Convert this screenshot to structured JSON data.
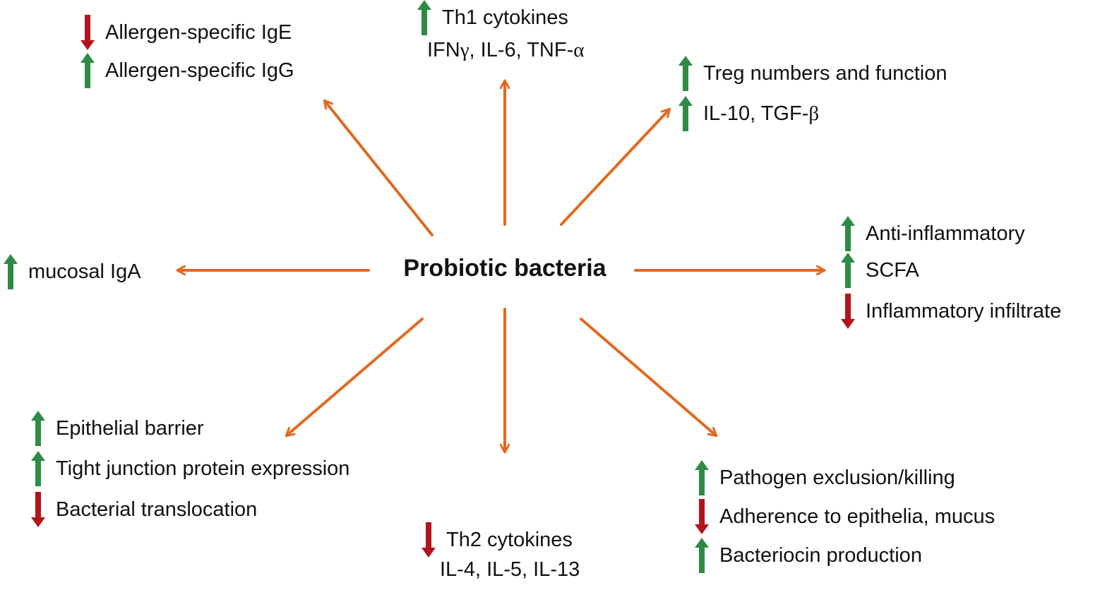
{
  "colors": {
    "connector": "#E26A1E",
    "up": "#2E8B45",
    "down": "#B3141B",
    "text": "#111111"
  },
  "center": {
    "label": "Probiotic bacteria"
  },
  "groups": {
    "antibodies": {
      "items": [
        {
          "dir": "down",
          "text": "Allergen-specific IgE"
        },
        {
          "dir": "up",
          "text": "Allergen-specific IgG"
        }
      ]
    },
    "th1": {
      "items": [
        {
          "dir": "up",
          "text": "Th1 cytokines"
        }
      ],
      "sub": [
        "IFN",
        "γ",
        ", IL-6, TNF-",
        "α"
      ]
    },
    "treg": {
      "items": [
        {
          "dir": "up",
          "text": "Treg numbers and function"
        }
      ],
      "item2": {
        "dir": "up",
        "prefix": "IL-10, TGF-",
        "greek": "β"
      }
    },
    "mucosal": {
      "items": [
        {
          "dir": "up",
          "text": "mucosal IgA"
        }
      ]
    },
    "inflammation": {
      "items": [
        {
          "dir": "up",
          "text": "Anti-inflammatory"
        },
        {
          "dir": "up",
          "text": "SCFA"
        },
        {
          "dir": "down",
          "text": "Inflammatory infiltrate"
        }
      ]
    },
    "barrier": {
      "items": [
        {
          "dir": "up",
          "text": "Epithelial barrier"
        },
        {
          "dir": "up",
          "text": "Tight junction protein expression"
        },
        {
          "dir": "down",
          "text": "Bacterial translocation"
        }
      ]
    },
    "th2": {
      "items": [
        {
          "dir": "down",
          "text": "Th2 cytokines"
        }
      ],
      "sub": "IL-4, IL-5, IL-13"
    },
    "pathogen": {
      "items": [
        {
          "dir": "up",
          "text": "Pathogen exclusion/killing"
        },
        {
          "dir": "down",
          "text": "Adherence to epithelia, mucus"
        },
        {
          "dir": "up",
          "text": "Bacteriocin production"
        }
      ]
    }
  }
}
